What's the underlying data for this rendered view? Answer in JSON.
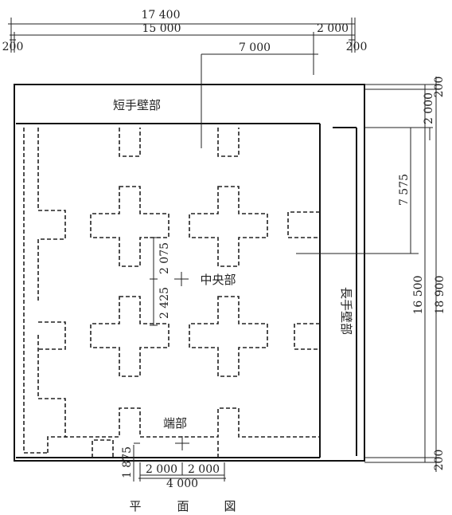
{
  "dimensions": {
    "overall_width": "17 400",
    "inner_width": "15 000",
    "right_segment": "2 000",
    "left_wall": "200",
    "right_wall": "200",
    "to_center": "7 000",
    "top_wall_right": "200",
    "short_wall_depth": "2 000",
    "center_offset": "7 575",
    "inner_height": "16 500",
    "overall_height": "18 900",
    "bottom_wall_right": "200",
    "center_up": "2 075",
    "center_down": "2 425",
    "end_offset": "1 875",
    "end_left": "2 000",
    "end_right": "2 000",
    "end_total": "4 000"
  },
  "labels": {
    "short_wall": "短手壁部",
    "long_wall": "長手壁部",
    "center": "中央部",
    "end": "端部"
  },
  "title_chars": [
    "平",
    "面",
    "図"
  ]
}
